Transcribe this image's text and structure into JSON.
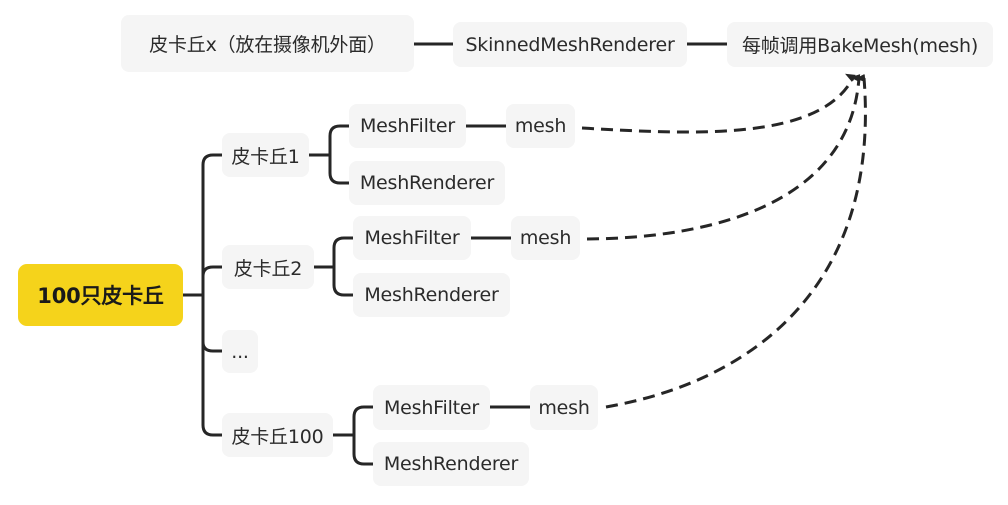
{
  "diagram": {
    "type": "mindmap",
    "root": {
      "label": "100只皮卡丘",
      "color": "#f5d31b"
    },
    "top_branch": {
      "object": "皮卡丘x（放在摄像机外面）",
      "component": "SkinnedMeshRenderer",
      "action": "每帧调用BakeMesh(mesh)"
    },
    "children": [
      {
        "label": "皮卡丘1",
        "filter": "MeshFilter",
        "mesh": "mesh",
        "renderer": "MeshRenderer"
      },
      {
        "label": "皮卡丘2",
        "filter": "MeshFilter",
        "mesh": "mesh",
        "renderer": "MeshRenderer"
      },
      {
        "label": "..."
      },
      {
        "label": "皮卡丘100",
        "filter": "MeshFilter",
        "mesh": "mesh",
        "renderer": "MeshRenderer"
      }
    ],
    "links": [
      {
        "from": "皮卡丘1 mesh",
        "to": "每帧调用BakeMesh(mesh)",
        "style": "dashed-arrow"
      },
      {
        "from": "皮卡丘2 mesh",
        "to": "每帧调用BakeMesh(mesh)",
        "style": "dashed-arrow"
      },
      {
        "from": "皮卡丘100 mesh",
        "to": "每帧调用BakeMesh(mesh)",
        "style": "dashed-arrow"
      }
    ],
    "line_color": "#262626",
    "node_bg": "#f5f5f5"
  }
}
